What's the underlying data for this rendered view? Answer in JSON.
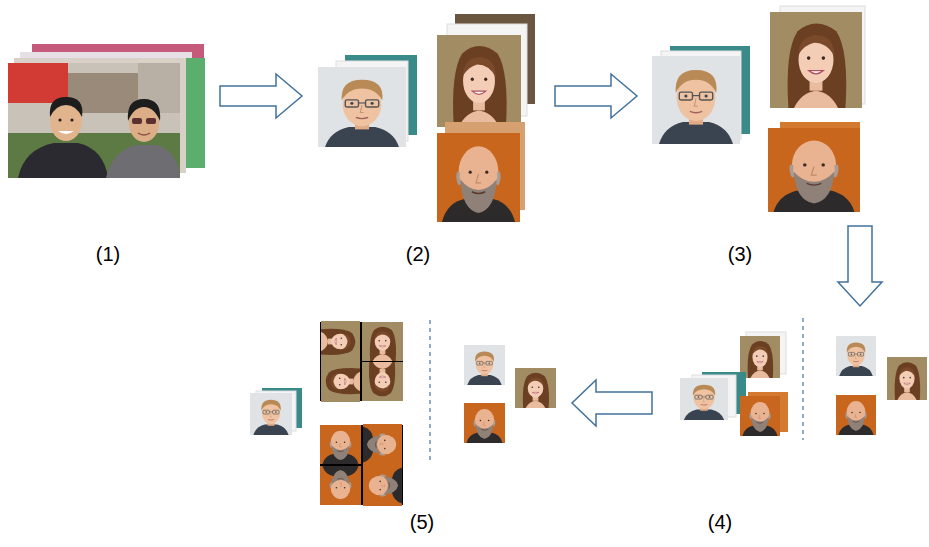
{
  "diagram": {
    "labels": [
      "(1)",
      "(2)",
      "(3)",
      "(4)",
      "(5)"
    ]
  }
}
